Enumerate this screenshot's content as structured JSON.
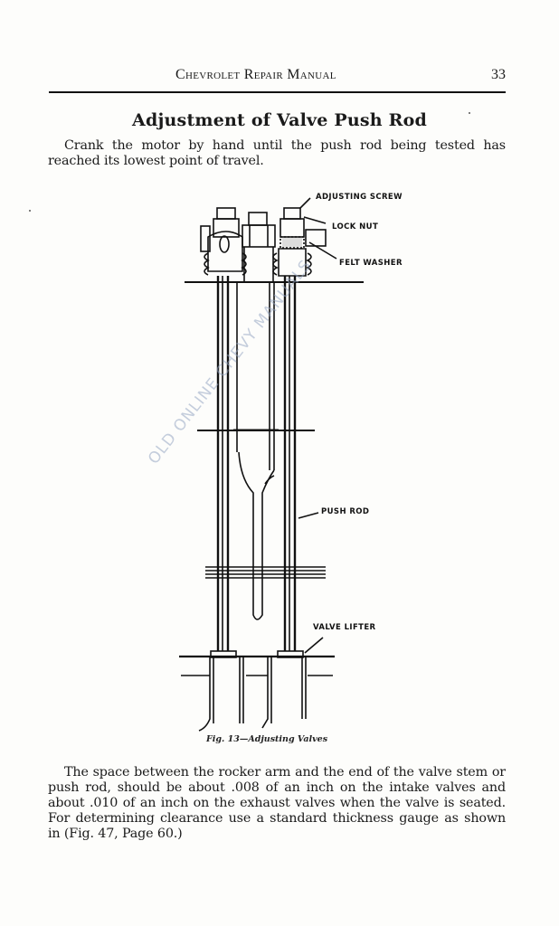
{
  "header": {
    "running_title": "Chevrolet Repair Manual",
    "page_number": "33"
  },
  "section": {
    "title": "Adjustment of Valve Push Rod",
    "intro": "Crank the motor by hand until the push rod being tested has reached its lowest point of travel."
  },
  "figure": {
    "labels": {
      "adjusting_screw": "ADJUSTING SCREW",
      "lock_nut": "LOCK NUT",
      "felt_washer": "FELT WASHER",
      "push_rod": "PUSH ROD",
      "valve_lifter": "VALVE LIFTER"
    },
    "caption": "Fig. 13—Adjusting Valves"
  },
  "body": {
    "paragraph": "The space between the rocker arm and the end of the valve stem or push rod, should be about .008 of an inch on the intake valves and about .010 of an inch on the exhaust valves when the valve is seated. For determining clearance use a standard thickness gauge as shown in (Fig. 47, Page 60.)"
  },
  "watermark": "OLD ONLINE CHEVY MANUALS"
}
